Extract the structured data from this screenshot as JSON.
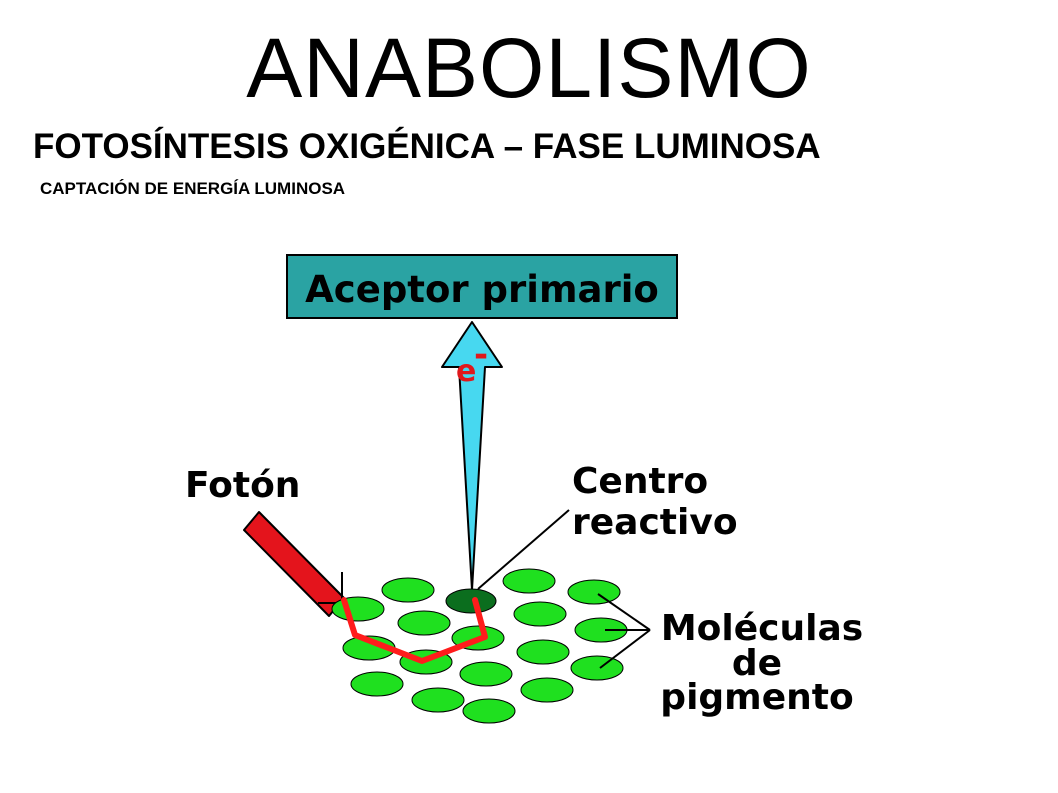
{
  "header": {
    "title": "ANABOLISMO",
    "subtitle": "FOTOSÍNTESIS OXIGÉNICA – FASE LUMINOSA",
    "section": "CAPTACIÓN DE ENERGÍA LUMINOSA"
  },
  "diagram": {
    "acceptor_label": "Aceptor primario",
    "electron_symbol": "e",
    "electron_charge": "-",
    "photon_label": "Fotón",
    "reaction_center_label": [
      "Centro",
      "reactivo"
    ],
    "pigment_label": [
      "Moléculas",
      "de",
      "pigmento"
    ]
  },
  "colors": {
    "acceptor_box": "#2aa3a3",
    "electron_arrow": "#47d8f0",
    "electron_symbol": "#e0181c",
    "photon_arrow": "#e4141c",
    "energy_path": "#ff1c1c",
    "pigment": "#1fe01f",
    "reaction_center": "#0b6e1e"
  }
}
